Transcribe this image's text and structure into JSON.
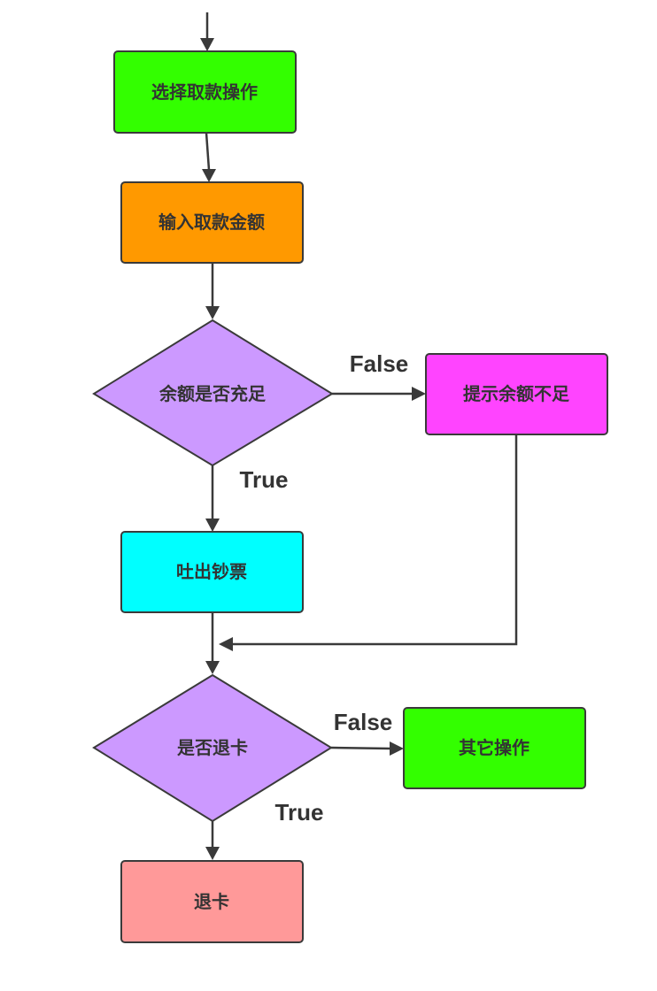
{
  "nodes": {
    "select_withdraw": {
      "label": "选择取款操作",
      "color": "#33ff00"
    },
    "input_amount": {
      "label": "输入取款金额",
      "color": "#ff9900"
    },
    "balance_check": {
      "label": "余额是否充足",
      "color": "#cc99ff"
    },
    "insufficient_notice": {
      "label": "提示余额不足",
      "color": "#ff44ff"
    },
    "dispense_cash": {
      "label": "吐出钞票",
      "color": "#00ffff"
    },
    "eject_check": {
      "label": "是否退卡",
      "color": "#cc99ff"
    },
    "other_operations": {
      "label": "其它操作",
      "color": "#33ff00"
    },
    "eject_card": {
      "label": "退卡",
      "color": "#ff9999"
    }
  },
  "edges": {
    "balance_false": "False",
    "balance_true": "True",
    "eject_false": "False",
    "eject_true": "True"
  }
}
